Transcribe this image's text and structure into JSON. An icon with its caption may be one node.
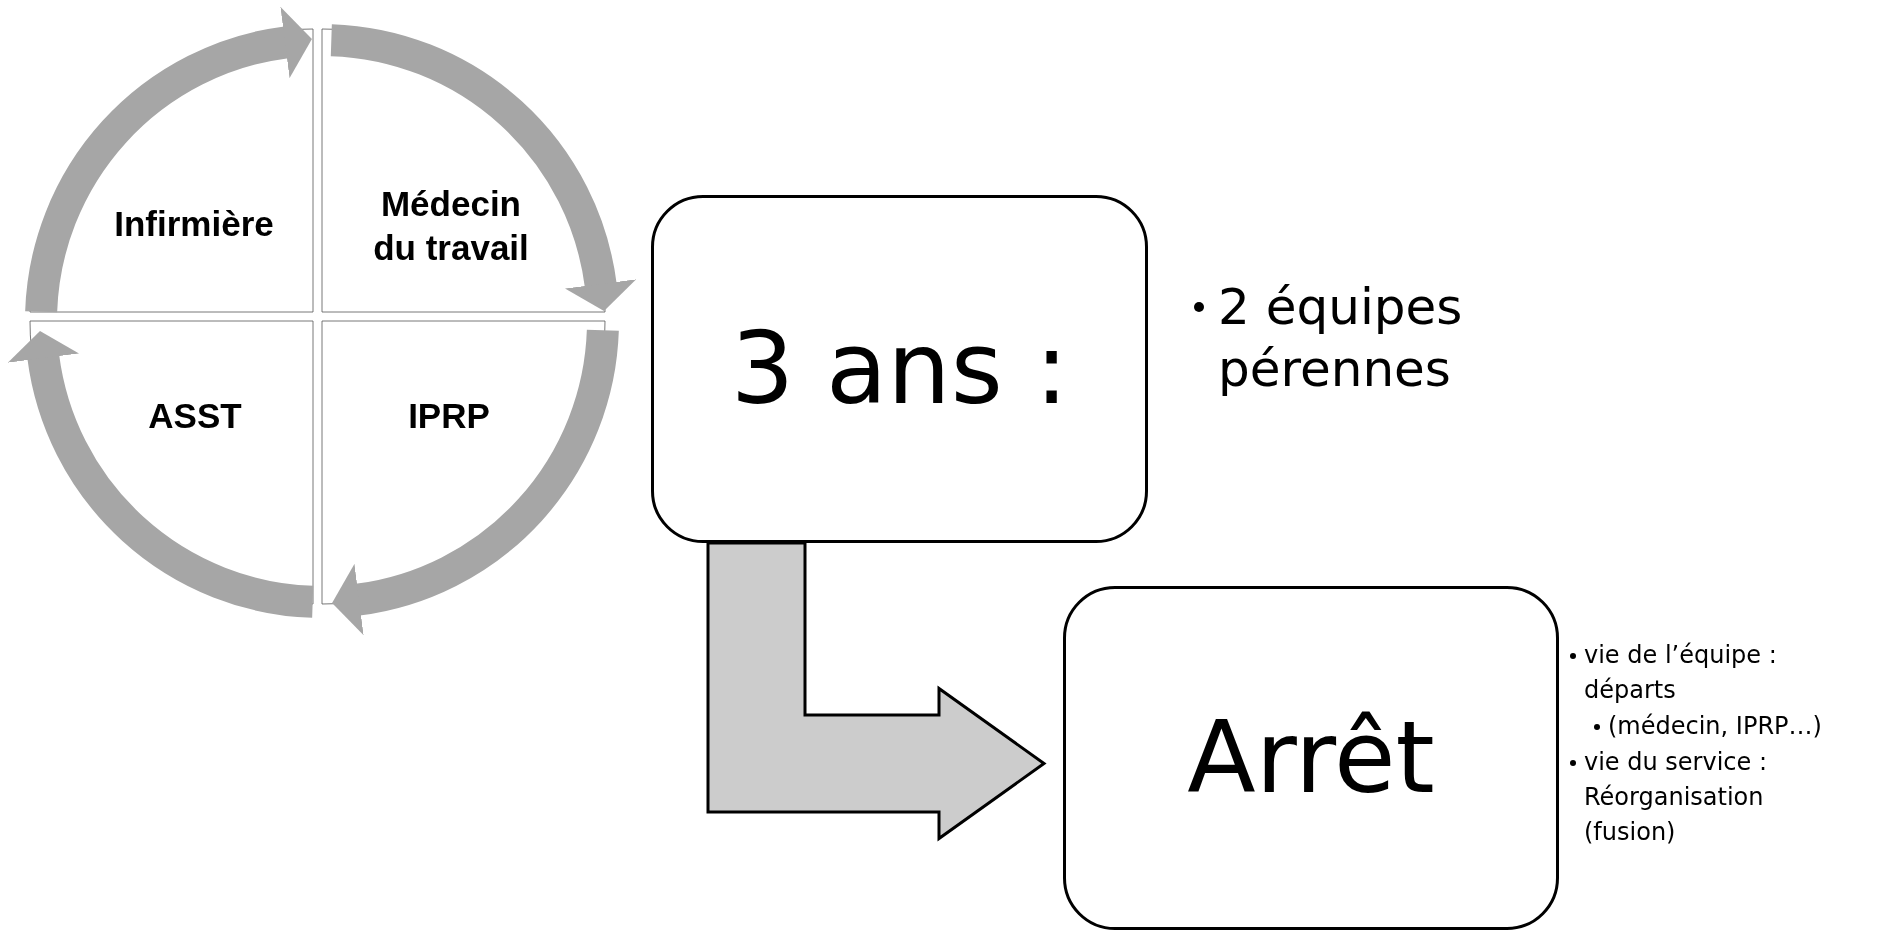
{
  "diagram": {
    "nodes": [
      {
        "text": [
          "Infirmière"
        ]
      },
      {
        "text": [
          "Médecin du travail"
        ]
      },
      {
        "text": [
          "ASST"
        ]
      },
      {
        "text": [
          "IPRP"
        ]
      },
      {
        "text": [
          "3 ans :"
        ],
        "beside": [
          "2 équipes pérennes"
        ]
      },
      {
        "text": [
          "Arrêt"
        ],
        "beside": [
          "vie de l’équipe : départs",
          "(médecin, IPRP…)",
          "vie du service : Réorganisation (fusion)"
        ]
      }
    ],
    "edges": [
      {
        "from": 0,
        "to": 1,
        "arrow": "to"
      },
      {
        "from": 1,
        "to": 3,
        "arrow": "to"
      },
      {
        "from": 3,
        "to": 2,
        "arrow": "to"
      },
      {
        "from": 2,
        "to": 0,
        "arrow": "to"
      },
      {
        "from": 4,
        "to": 5,
        "arrow": "to",
        "style": "thick",
        "color": "#cccccc"
      }
    ]
  }
}
